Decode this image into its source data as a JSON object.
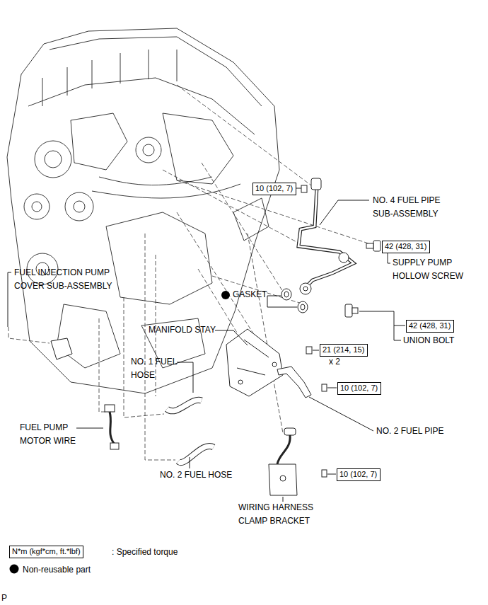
{
  "diagram": {
    "nodes": [
      {
        "text": [
          "10 (102, 7)"
        ]
      },
      {
        "text": [
          "42 (428, 31)"
        ]
      },
      {
        "text": [
          "42 (428, 31)"
        ]
      },
      {
        "text": [
          "21 (214, 15)"
        ]
      },
      {
        "text": [
          "10 (102, 7)"
        ]
      },
      {
        "text": [
          "10 (102, 7)"
        ]
      },
      {
        "text": [
          "N*m (kgf*cm, ft.*lbf)"
        ]
      }
    ],
    "labels": [
      "NO. 4 FUEL PIPE SUB-ASSEMBLY",
      "SUPPLY PUMP HOLLOW SCREW",
      "FUEL INJECTION PUMP COVER SUB-ASSEMBLY",
      "GASKET",
      "UNION BOLT",
      "MANIFOLD STAY",
      "x 2",
      "NO. 1 FUEL HOSE",
      "FUEL PUMP MOTOR WIRE",
      "NO. 2 FUEL PIPE",
      "NO. 2 FUEL HOSE",
      "WIRING HARNESS CLAMP BRACKET",
      "P"
    ],
    "legend": [
      {
        "text": ": Specified torque"
      },
      {
        "text": "Non-reusable part"
      }
    ]
  }
}
